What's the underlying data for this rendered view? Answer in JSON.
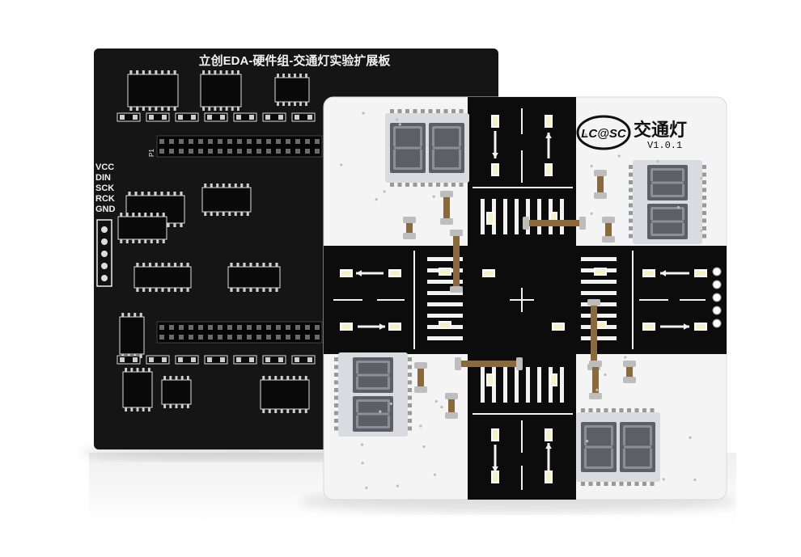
{
  "back_board": {
    "title": "立创EDA-硬件组-交通灯实验扩展板",
    "pins": [
      "VCC",
      "DIN",
      "SCK",
      "RCK",
      "GND"
    ],
    "connector_label": "P1"
  },
  "front_board": {
    "logo": "LC@SC",
    "title": "交通灯",
    "version": "V1.0.1"
  },
  "colors": {
    "back_pcb": "#151515",
    "front_pcb": "#f4f4f4",
    "road": "#0c0c0c",
    "silkscreen": "#f2f2f2",
    "led_glow": "#f5f0c8",
    "display_body": "#d9dbe0",
    "resistor": "#8a6a3c"
  },
  "icons": [
    "up-arrow-icon",
    "down-arrow-icon",
    "left-arrow-icon",
    "right-arrow-icon",
    "crosshair-icon"
  ]
}
